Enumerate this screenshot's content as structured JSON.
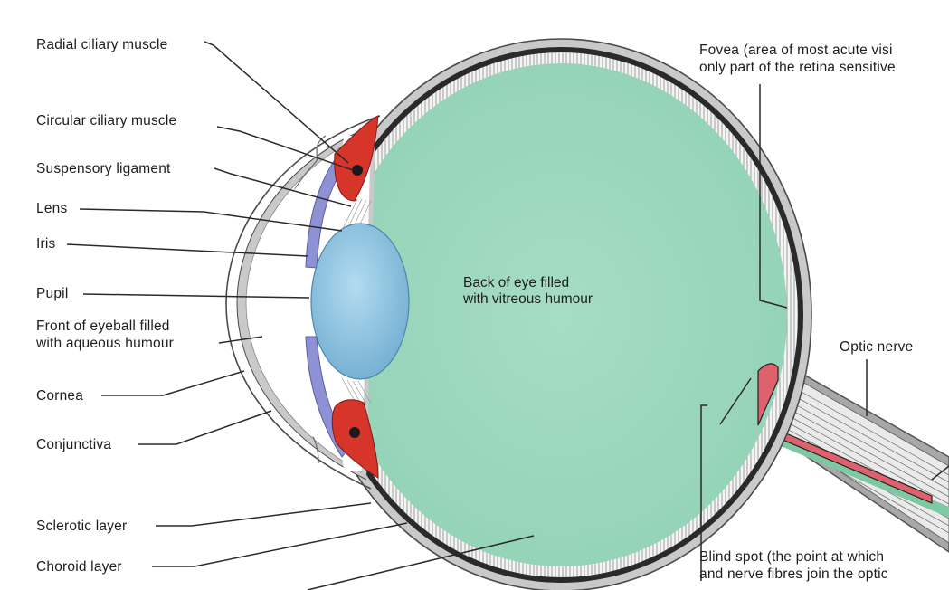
{
  "labels": {
    "radial_ciliary": "Radial ciliary muscle",
    "circular_ciliary": "Circular ciliary muscle",
    "suspensory": "Suspensory ligament",
    "lens": "Lens",
    "iris": "Iris",
    "pupil": "Pupil",
    "front_eyeball": "Front of eyeball filled\nwith aqueous humour",
    "cornea": "Cornea",
    "conjunctiva": "Conjunctiva",
    "sclerotic": "Sclerotic layer",
    "choroid": "Choroid layer",
    "vitreous": "Back of eye filled\nwith vitreous humour",
    "fovea": "Fovea (area of most acute visi\nonly part of the retina sensitive",
    "optic_nerve": "Optic nerve",
    "blind_spot": "Blind spot (the point at which\nand nerve fibres join the optic"
  },
  "colors": {
    "vitreous": "#9fd8bf",
    "lens": "#8cc3e0",
    "iris": "#8e92d4",
    "ciliary": "#d8352a",
    "sclera": "#c9c9c9",
    "choroid": "#2a2a2a",
    "optic_artery": "#e0616e",
    "optic_green": "#7ec9a4"
  }
}
